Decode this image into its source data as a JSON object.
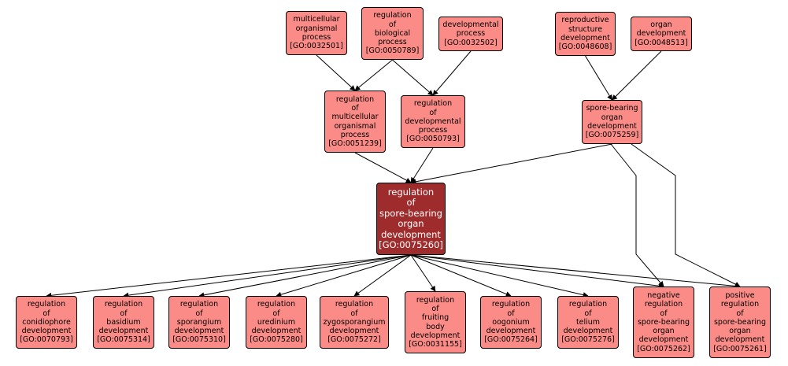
{
  "nodes": [
    {
      "id": "GO:0032501",
      "lines": [
        "multicellular",
        "organismal",
        "process",
        "[GO:0032501]"
      ]
    },
    {
      "id": "GO:0050789",
      "lines": [
        "regulation",
        "of",
        "biological",
        "process",
        "[GO:0050789]"
      ]
    },
    {
      "id": "GO:0032502",
      "lines": [
        "developmental",
        "process",
        "[GO:0032502]"
      ]
    },
    {
      "id": "GO:0048608",
      "lines": [
        "reproductive",
        "structure",
        "development",
        "[GO:0048608]"
      ]
    },
    {
      "id": "GO:0048513",
      "lines": [
        "organ",
        "development",
        "[GO:0048513]"
      ]
    },
    {
      "id": "GO:0051239",
      "lines": [
        "regulation",
        "of",
        "multicellular",
        "organismal",
        "process",
        "[GO:0051239]"
      ]
    },
    {
      "id": "GO:0050793",
      "lines": [
        "regulation",
        "of",
        "developmental",
        "process",
        "[GO:0050793]"
      ]
    },
    {
      "id": "GO:0075259",
      "lines": [
        "spore-bearing",
        "organ",
        "development",
        "[GO:0075259]"
      ]
    },
    {
      "id": "GO:0075260",
      "focus": true,
      "lines": [
        "regulation",
        "of",
        "spore-bearing",
        "organ",
        "development",
        "[GO:0075260]"
      ]
    },
    {
      "id": "GO:0070793",
      "lines": [
        "regulation",
        "of",
        "conidiophore",
        "development",
        "[GO:0070793]"
      ]
    },
    {
      "id": "GO:0075314",
      "lines": [
        "regulation",
        "of",
        "basidium",
        "development",
        "[GO:0075314]"
      ]
    },
    {
      "id": "GO:0075310",
      "lines": [
        "regulation",
        "of",
        "sporangium",
        "development",
        "[GO:0075310]"
      ]
    },
    {
      "id": "GO:0075280",
      "lines": [
        "regulation",
        "of",
        "uredinium",
        "development",
        "[GO:0075280]"
      ]
    },
    {
      "id": "GO:0075272",
      "lines": [
        "regulation",
        "of",
        "zygosporangium",
        "development",
        "[GO:0075272]"
      ]
    },
    {
      "id": "GO:0031155",
      "lines": [
        "regulation",
        "of",
        "fruiting",
        "body",
        "development",
        "[GO:0031155]"
      ]
    },
    {
      "id": "GO:0075264",
      "lines": [
        "regulation",
        "of",
        "oogonium",
        "development",
        "[GO:0075264]"
      ]
    },
    {
      "id": "GO:0075276",
      "lines": [
        "regulation",
        "of",
        "telium",
        "development",
        "[GO:0075276]"
      ]
    },
    {
      "id": "GO:0075262",
      "lines": [
        "negative",
        "regulation",
        "of",
        "spore-bearing",
        "organ",
        "development",
        "[GO:0075262]"
      ]
    },
    {
      "id": "GO:0075261",
      "lines": [
        "positive",
        "regulation",
        "of",
        "spore-bearing",
        "organ",
        "development",
        "[GO:0075261]"
      ]
    }
  ],
  "edges": [
    [
      "GO:0032501",
      "GO:0051239"
    ],
    [
      "GO:0050789",
      "GO:0051239"
    ],
    [
      "GO:0050789",
      "GO:0050793"
    ],
    [
      "GO:0032502",
      "GO:0050793"
    ],
    [
      "GO:0048608",
      "GO:0075259"
    ],
    [
      "GO:0048513",
      "GO:0075259"
    ],
    [
      "GO:0051239",
      "GO:0075260"
    ],
    [
      "GO:0050793",
      "GO:0075260"
    ],
    [
      "GO:0075259",
      "GO:0075260"
    ],
    [
      "GO:0075259",
      "GO:0075262"
    ],
    [
      "GO:0075259",
      "GO:0075261"
    ],
    [
      "GO:0075260",
      "GO:0070793"
    ],
    [
      "GO:0075260",
      "GO:0075314"
    ],
    [
      "GO:0075260",
      "GO:0075310"
    ],
    [
      "GO:0075260",
      "GO:0075280"
    ],
    [
      "GO:0075260",
      "GO:0075272"
    ],
    [
      "GO:0075260",
      "GO:0031155"
    ],
    [
      "GO:0075260",
      "GO:0075264"
    ],
    [
      "GO:0075260",
      "GO:0075276"
    ],
    [
      "GO:0075260",
      "GO:0075262"
    ],
    [
      "GO:0075260",
      "GO:0075261"
    ]
  ],
  "colors": {
    "node_fill": "#fa8b87",
    "focus_fill": "#9e2c2c",
    "focus_text": "#ffffff",
    "edge": "#000000"
  }
}
